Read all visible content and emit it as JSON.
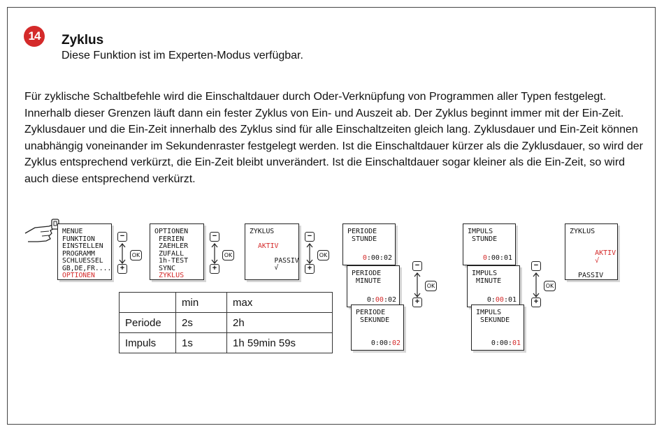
{
  "badge": "14",
  "title": "Zyklus",
  "subtitle": "Diese Funktion ist im Experten-Modus verfügbar.",
  "paragraphs": [
    "Für zyklische Schaltbefehle wird die Einschaltdauer durch Oder-Verknüpfung von Programmen aller Typen festgelegt. Innerhalb dieser Grenzen läuft dann ein fester Zyklus von Ein- und Auszeit ab. Der Zyklus beginnt immer mit der Ein-Zeit.",
    "Zyklusdauer und die Ein-Zeit innerhalb des Zyklus sind für alle Einschaltzeiten gleich lang. Zyklusdauer und Ein-Zeit können unabhängig voneinander im Sekundenraster festgelegt werden. Ist die Einschaltdauer kürzer als die Zyklusdauer, so wird der Zyklus entsprechend verkürzt, die Ein-Zeit bleibt unverändert. Ist die Einschaltdauer sogar kleiner als die Ein-Zeit, so wird auch diese entsprechend verkürzt."
  ],
  "buttons": {
    "minus": "−",
    "plus": "+",
    "ok": "OK"
  },
  "screens": {
    "menu": [
      "MENUE",
      "FUNKTION",
      "EINSTELLEN",
      "PROGRAMM",
      "SCHLUESSEL",
      "GB,DE,FR....",
      "OPTIONEN"
    ],
    "options": [
      "OPTIONEN",
      "FERIEN",
      "ZAEHLER",
      "ZUFALL",
      "1h-TEST",
      "SYNC",
      "ZYKLUS"
    ],
    "zyklus": {
      "title": "ZYKLUS",
      "active": "AKTIV",
      "passive": "PASSIV",
      "check": "√"
    },
    "periode": [
      {
        "line1": "PERIODE",
        "line2": "STUNDE",
        "pre": "",
        "hi": "0",
        "post": ":00:02"
      },
      {
        "line1": "PERIODE",
        "line2": "MINUTE",
        "pre": "0:",
        "hi": "00",
        "post": ":02"
      },
      {
        "line1": "PERIODE",
        "line2": "SEKUNDE",
        "pre": "0:00:",
        "hi": "02",
        "post": ""
      }
    ],
    "impuls": [
      {
        "line1": "IMPULS",
        "line2": "STUNDE",
        "pre": "",
        "hi": "0",
        "post": ":00:01"
      },
      {
        "line1": "IMPULS",
        "line2": "MINUTE",
        "pre": "0:",
        "hi": "00",
        "post": ":01"
      },
      {
        "line1": "IMPULS",
        "line2": "SEKUNDE",
        "pre": "0:00:",
        "hi": "01",
        "post": ""
      }
    ],
    "zyklus_final": {
      "title": "ZYKLUS",
      "active": "AKTIV",
      "passive": "PASSIV",
      "check": "√"
    }
  },
  "table": {
    "header": [
      "",
      "min",
      "max"
    ],
    "rows": [
      [
        "Periode",
        "2s",
        "2h"
      ],
      [
        "Impuls",
        "1s",
        "1h 59min 59s"
      ]
    ]
  },
  "colors": {
    "accent": "#d42a2a",
    "text": "#111111",
    "border": "#444444"
  }
}
